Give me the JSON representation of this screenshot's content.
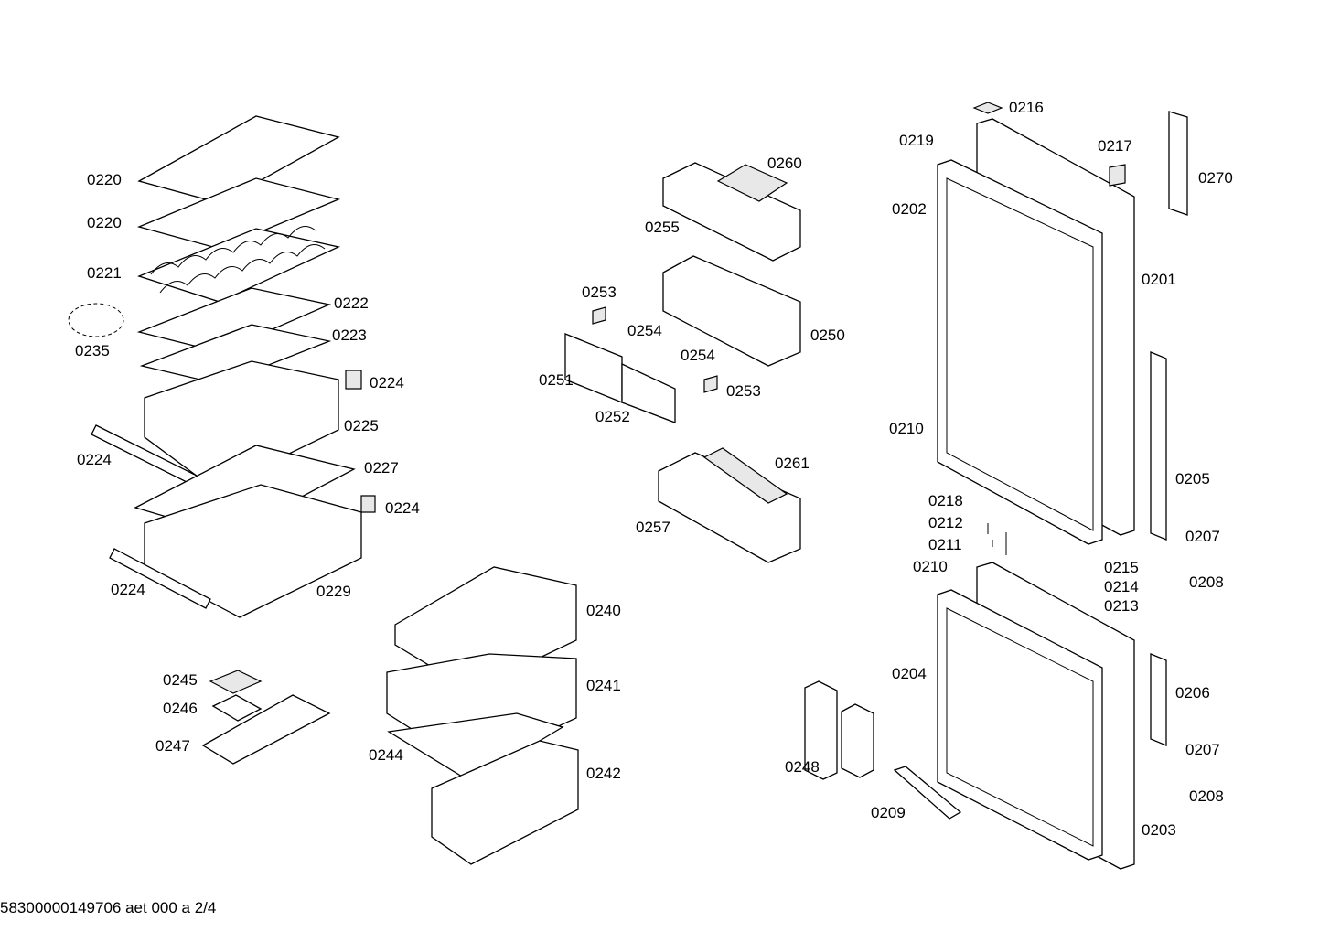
{
  "labels": [
    "0220",
    "0220",
    "0221",
    "0222",
    "0223",
    "0235",
    "0224",
    "0225",
    "0224",
    "0227",
    "0224",
    "0224",
    "0229",
    "0245",
    "0246",
    "0247",
    "0240",
    "0241",
    "0244",
    "0242",
    "0260",
    "0255",
    "0253",
    "0254",
    "0250",
    "0254",
    "0251",
    "0253",
    "0252",
    "0261",
    "0257",
    "0216",
    "0219",
    "0217",
    "0270",
    "0202",
    "0201",
    "0210",
    "0205",
    "0218",
    "0212",
    "0211",
    "0207",
    "0215",
    "0210",
    "0214",
    "0208",
    "0213",
    "0204",
    "0206",
    "0248",
    "0207",
    "0208",
    "0209",
    "0203"
  ],
  "footer": "58300000149706 aet 000 a 2/4"
}
